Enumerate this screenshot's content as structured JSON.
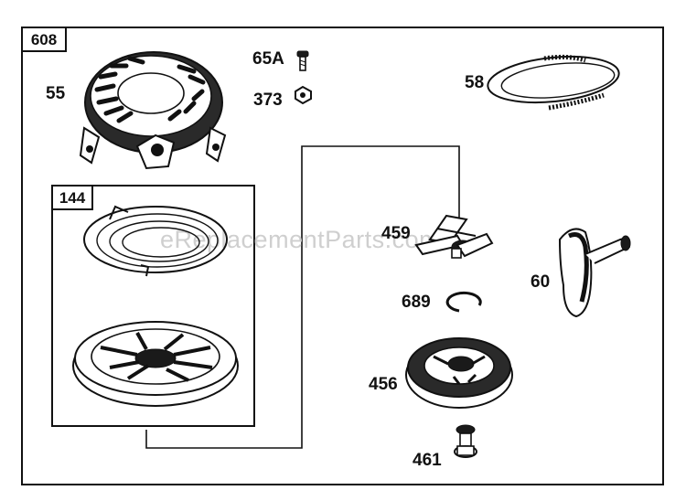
{
  "assembly_label": "608",
  "sub_assembly_label": "144",
  "watermark": "eReplacementParts.com",
  "parts": [
    {
      "number": "55"
    },
    {
      "number": "65A"
    },
    {
      "number": "373"
    },
    {
      "number": "58"
    },
    {
      "number": "459"
    },
    {
      "number": "60"
    },
    {
      "number": "689"
    },
    {
      "number": "456"
    },
    {
      "number": "461"
    }
  ]
}
